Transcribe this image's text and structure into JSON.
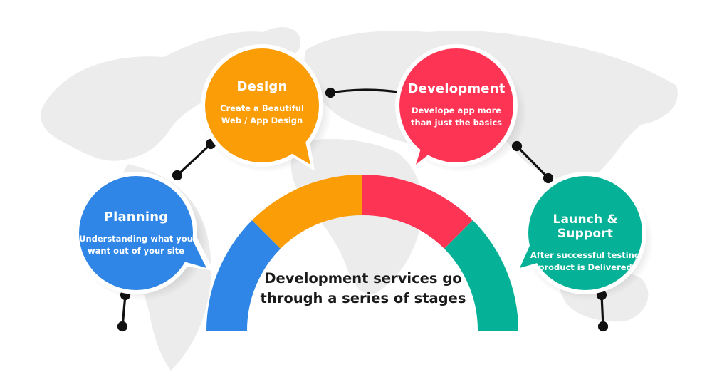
{
  "center_caption": {
    "line1": "Development services go",
    "line2": "through a series of stages"
  },
  "stages": [
    {
      "title": "Planning",
      "desc_line1": "Understanding what you",
      "desc_line2": "want out of your site",
      "color": "#2f86e6"
    },
    {
      "title": "Design",
      "desc_line1": "Create a Beautiful",
      "desc_line2": "Web / App Design",
      "color": "#fb9d07"
    },
    {
      "title": "Development",
      "desc_line1": "Develope app more",
      "desc_line2": "than just the basics",
      "color": "#fe3454"
    },
    {
      "title": "Launch & Support",
      "desc_line1": "After successful testing",
      "desc_line2": "product is Delivered",
      "color": "#06b297"
    }
  ],
  "colors": {
    "map": "#ededed",
    "connector": "#111111",
    "border": "#ffffff"
  }
}
